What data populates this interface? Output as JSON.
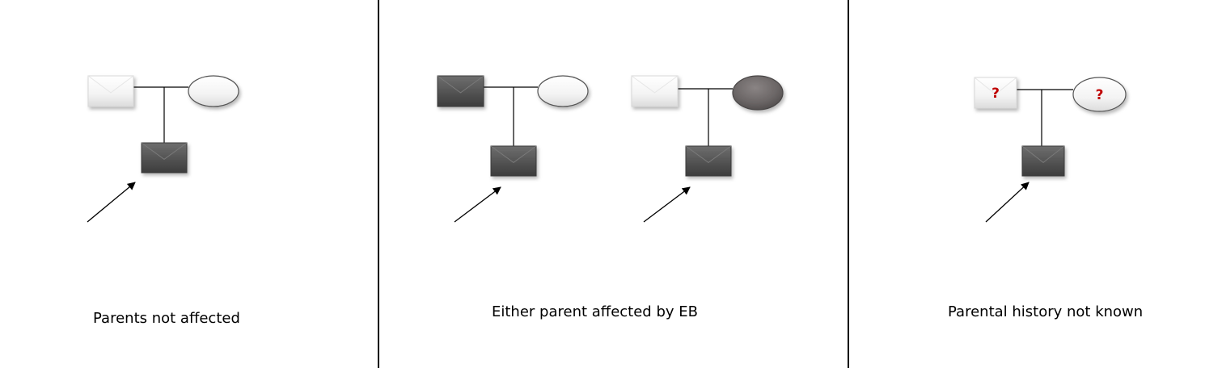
{
  "panels": [
    {
      "caption": "Parents not affected",
      "pedigrees": [
        {
          "father": "unaffected",
          "mother": "unaffected",
          "child": "affected",
          "father_mark": "",
          "mother_mark": ""
        }
      ]
    },
    {
      "caption": "Either parent affected by EB",
      "pedigrees": [
        {
          "father": "affected",
          "mother": "unaffected",
          "child": "affected",
          "father_mark": "",
          "mother_mark": ""
        },
        {
          "father": "unaffected",
          "mother": "affected",
          "child": "affected",
          "father_mark": "",
          "mother_mark": ""
        }
      ]
    },
    {
      "caption": "Parental history not known",
      "pedigrees": [
        {
          "father": "unknown",
          "mother": "unknown",
          "child": "affected",
          "father_mark": "?",
          "mother_mark": "?"
        }
      ]
    }
  ],
  "colors": {
    "affected_fill": "#555555",
    "unaffected_fill": "#f4f4f4",
    "line": "#000000",
    "question_mark": "#c00000"
  }
}
